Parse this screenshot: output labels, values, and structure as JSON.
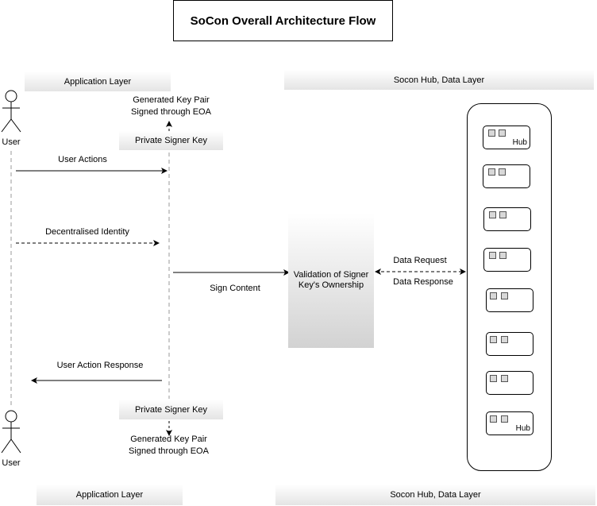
{
  "diagram": {
    "title": "SoCon Overall Architecture Flow",
    "bands": {
      "app_layer_top": "Application  Layer",
      "hub_layer_top": "Socon Hub, Data Layer",
      "app_layer_bottom": "Application  Layer",
      "hub_layer_bottom": "Socon Hub, Data Layer"
    },
    "actors": {
      "user_top": "User",
      "user_bottom": "User"
    },
    "signer": {
      "top_box": "Private Signer Key",
      "bottom_box": "Private Signer Key",
      "top_note_line1": "Generated Key Pair",
      "top_note_line2": "Signed through EOA",
      "bottom_note_line1": "Generated Key Pair",
      "bottom_note_line2": "Signed through EOA"
    },
    "messages": {
      "user_actions": "User Actions",
      "decentralised_identity": "Decentralised Identity",
      "sign_content": "Sign Content",
      "user_action_response": "User Action Response",
      "data_request": "Data Request",
      "data_response": "Data Response"
    },
    "validation": {
      "label": "Validation of Signer Key's Ownership"
    },
    "hub_nodes": [
      {
        "label": "Hub"
      },
      {
        "label": ""
      },
      {
        "label": ""
      },
      {
        "label": ""
      },
      {
        "label": ""
      },
      {
        "label": ""
      },
      {
        "label": ""
      },
      {
        "label": "Hub"
      }
    ]
  }
}
